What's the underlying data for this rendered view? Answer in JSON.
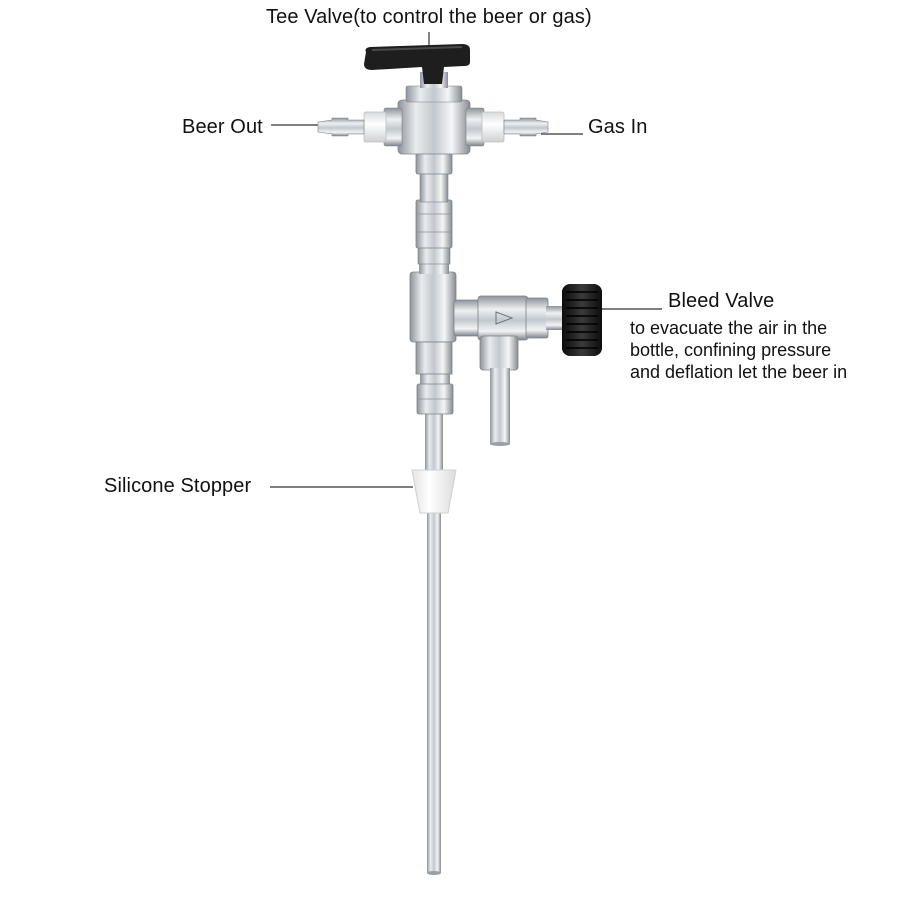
{
  "labels": {
    "tee_valve": "Tee Valve(to control the beer or gas)",
    "beer_out": "Beer Out",
    "gas_in": "Gas In",
    "bleed_valve": "Bleed Valve",
    "bleed_desc": [
      "to evacuate the air in the",
      "bottle, confining pressure",
      "and deflation let the beer in"
    ],
    "silicone_stopper": "Silicone Stopper"
  },
  "colors": {
    "steel": "#c8ccd2",
    "knob": "#1c1c1c",
    "stopper": "#f2f2f2",
    "line": "#333333"
  }
}
